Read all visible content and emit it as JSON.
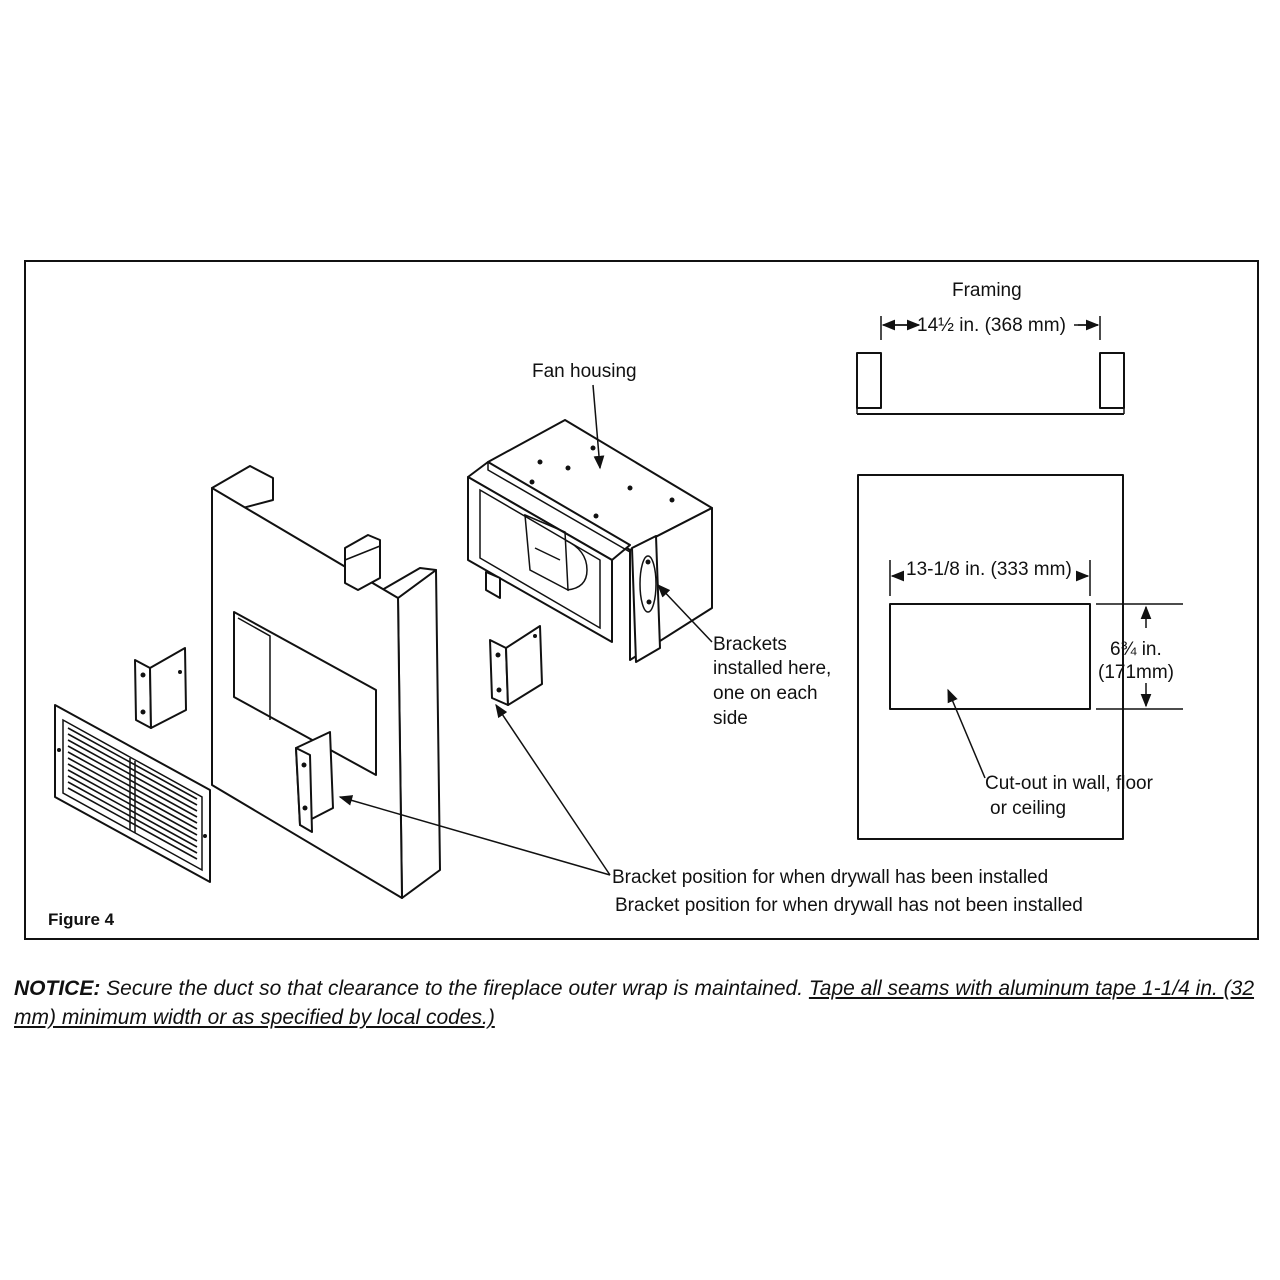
{
  "figure": {
    "caption": "Figure 4",
    "labels": {
      "fan_housing": "Fan housing",
      "brackets_line1": "Brackets",
      "brackets_line2": "installed here,",
      "brackets_line3": "one on each",
      "brackets_line4": "side",
      "framing": "Framing",
      "framing_width": "14½ in. (368 mm)",
      "cutout_width": "13-1/8 in. (333 mm)",
      "cutout_height_in": "6¾ in.",
      "cutout_height_mm": "(171mm)",
      "cutout_line1": "Cut-out in wall, floor",
      "cutout_line2": "or ceiling",
      "bracket_drywall_installed": "Bracket position for when drywall has been installed",
      "bracket_drywall_not_installed": "Bracket position for when drywall has not been installed"
    }
  },
  "notice": {
    "label": "NOTICE:",
    "text": " Secure the duct so that clearance to the fireplace outer wrap is maintained. ",
    "underlined": "Tape all seams with aluminum tape 1-1/4 in. (32 mm) minimum width or as specified by local codes.)"
  }
}
